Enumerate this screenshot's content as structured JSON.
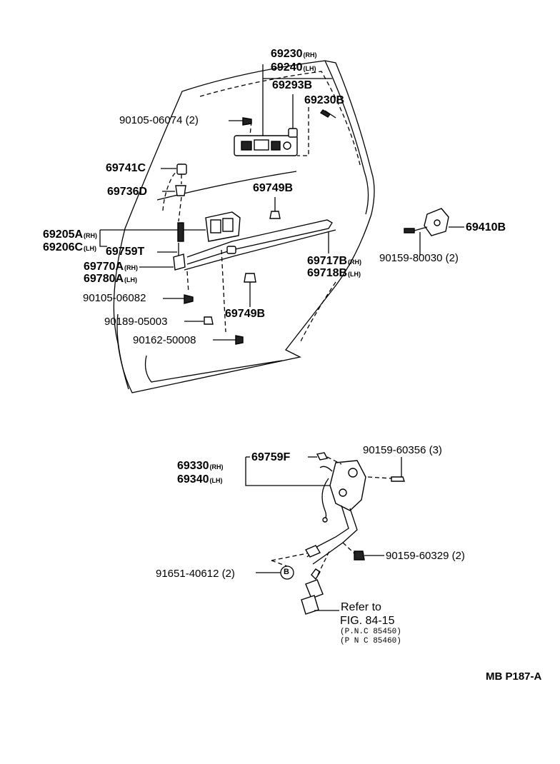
{
  "labels": {
    "p69230": "69230",
    "p69230_sfx": "(RH)",
    "p69240": "69240",
    "p69240_sfx": "(LH)",
    "p69293B": "69293B",
    "p69230B": "69230B",
    "p90105_06074": "90105-06074 (2)",
    "p69741C": "69741C",
    "p69736D": "69736D",
    "p69749B_top": "69749B",
    "p69410B": "69410B",
    "p69205A": "69205A",
    "p69205A_sfx": "(RH)",
    "p69206C": "69206C",
    "p69206C_sfx": "(LH)",
    "p69759T": "69759T",
    "p90159_80030": "90159-80030 (2)",
    "p69717B": "69717B",
    "p69717B_sfx": "(RH)",
    "p69718B": "69718B",
    "p69718B_sfx": "(LH)",
    "p69770A": "69770A",
    "p69770A_sfx": "(RH)",
    "p69780A": "69780A",
    "p69780A_sfx": "(LH)",
    "p90105_06082": "90105-06082",
    "p69749B_bot": "69749B",
    "p90189_05003": "90189-05003",
    "p90162_50008": "90162-50008",
    "p90159_60356": "90159-60356 (3)",
    "p69330": "69330",
    "p69330_sfx": "(RH)",
    "p69340": "69340",
    "p69340_sfx": "(LH)",
    "p69759F": "69759F",
    "p90159_60329": "90159-60329 (2)",
    "p91651_40612": "91651-40612 (2)",
    "circle_b": "B",
    "refer_to": "Refer to",
    "fig_ref": "FIG. 84-15",
    "pnc1": "(P.N.C  85450)",
    "pnc2": "(P N C  85460)",
    "drawing_code": "MB P187-A"
  }
}
